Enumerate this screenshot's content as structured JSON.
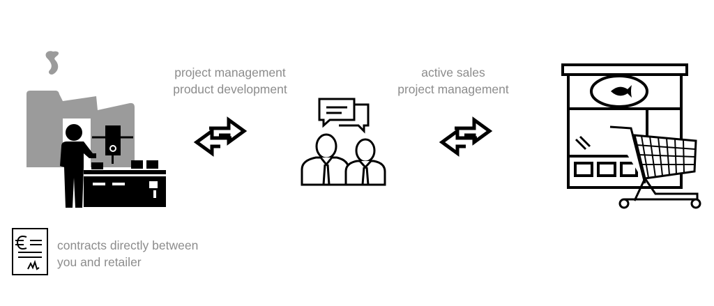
{
  "left_link": {
    "line1": "project management",
    "line2": "product development"
  },
  "right_link": {
    "line1": "active sales",
    "line2": "project management"
  },
  "contract_note": {
    "line1": "contracts directly between",
    "line2": "you and retailer"
  },
  "icons": [
    "factory-icon",
    "exchange-arrows-icon",
    "consultants-chat-icon",
    "fish-store-cart-icon",
    "euro-contract-icon"
  ],
  "colors": {
    "text": "#8c8c8c",
    "factory_gray": "#9b9b9b",
    "icon": "#000000"
  }
}
